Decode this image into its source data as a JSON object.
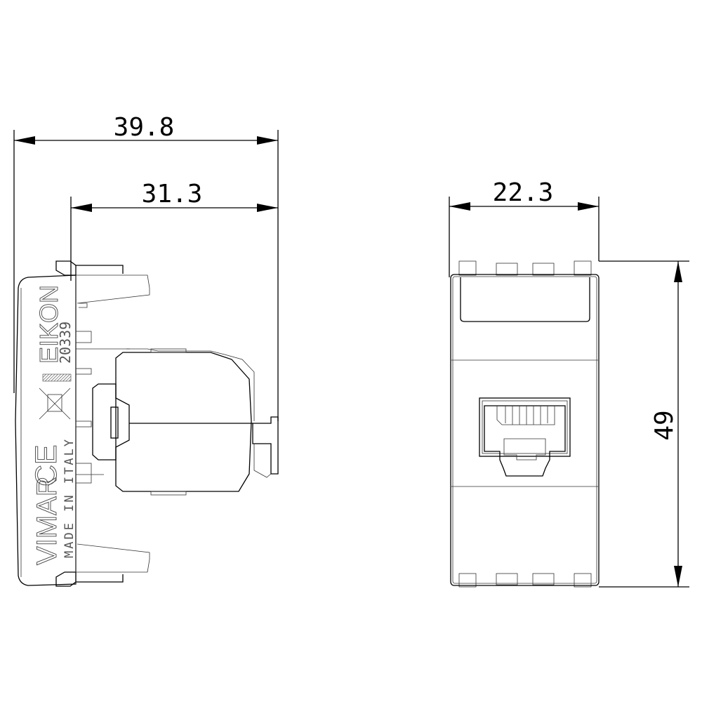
{
  "dimensions": {
    "overall_depth": "39.8",
    "body_depth": "31.3",
    "width": "22.3",
    "height": "49"
  },
  "side_markings": {
    "brand": "VIMAR",
    "origin": "MADE IN ITALY",
    "series": "EIKON",
    "code": "20339",
    "certification": "CE"
  },
  "colors": {
    "line": "#000000",
    "background": "#ffffff"
  }
}
